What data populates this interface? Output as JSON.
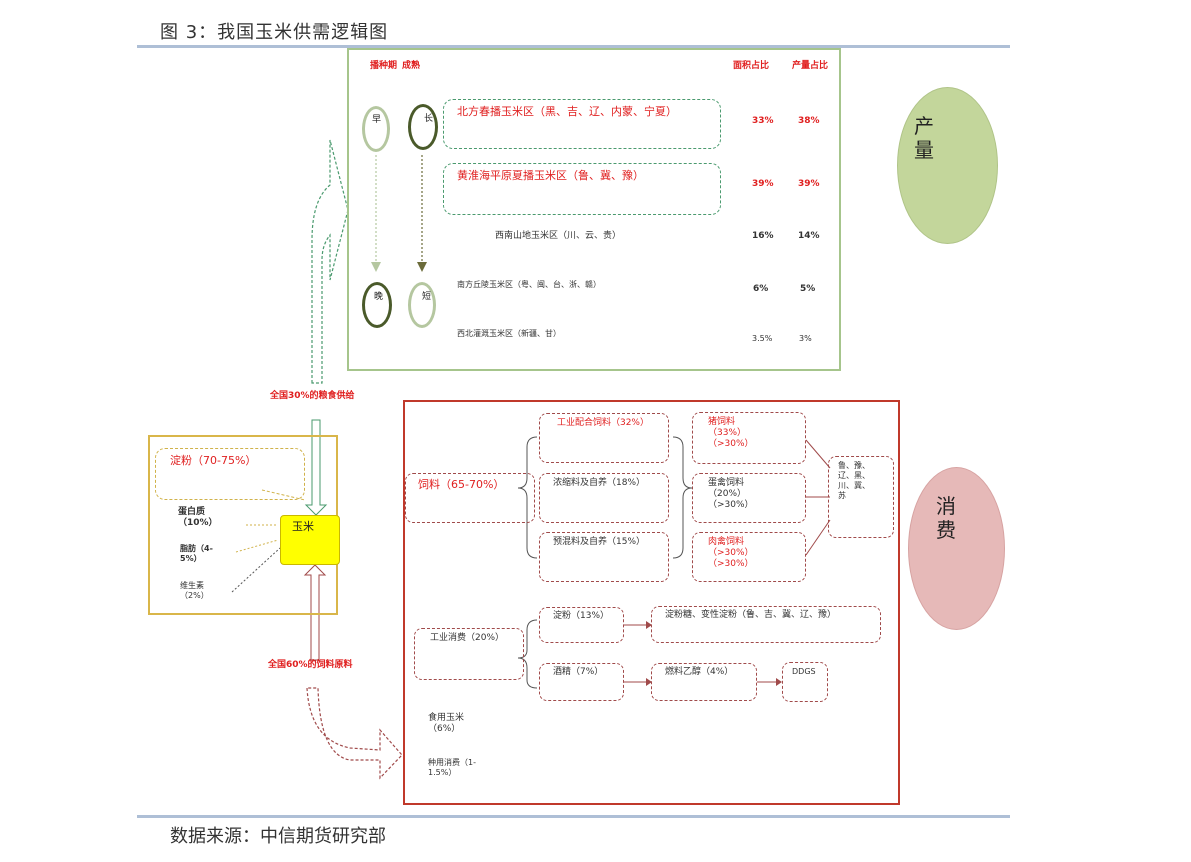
{
  "figure": {
    "title": "图 3：我国玉米供需逻辑图",
    "source": "数据来源：中信期货研究部"
  },
  "production": {
    "header_sowing": "播种期",
    "header_maturity": "成熟",
    "header_area_share": "面积占比",
    "header_output_share": "产量占比",
    "early": "早",
    "late": "晚",
    "long": "长",
    "short": "短",
    "regions": [
      {
        "name": "北方春播玉米区（黑、吉、辽、内蒙、宁夏）",
        "area": "33%",
        "output": "38%"
      },
      {
        "name": "黄淮海平原夏播玉米区（鲁、冀、豫）",
        "area": "39%",
        "output": "39%"
      },
      {
        "name": "西南山地玉米区（川、云、贵）",
        "area": "16%",
        "output": "14%"
      },
      {
        "name": "南方丘陵玉米区（粤、闽、台、浙、赣）",
        "area": "6%",
        "output": "5%"
      },
      {
        "name": "西北灌溉玉米区（新疆、甘）",
        "area": "3.5%",
        "output": "3%"
      }
    ],
    "oval_label": "产量"
  },
  "composition": {
    "starch": "淀粉（70-75%）",
    "protein": "蛋白质（10%）",
    "fat": "脂肪（4-5%）",
    "vitamin": "维生素（2%）",
    "corn": "玉米"
  },
  "flows": {
    "grain_supply": "全国30%的粮食供给",
    "feed_raw": "全国60%的饲料原料"
  },
  "consumption": {
    "oval_label": "消费",
    "feed": "饲料（65-70%）",
    "industrial_feed": "工业配合饲料（32%）",
    "concentrate": "浓缩料及自养（18%）",
    "premix": "预混料及自养（15%）",
    "pig_feed": "猪饲料（33%）（>30%）",
    "poultry_feed": "蛋禽饲料（20%）（>30%）",
    "meat_poultry": "肉禽饲料（>30%）（>30%）",
    "feed_provinces": "鲁、豫、辽、黑、川、冀、苏",
    "industrial": "工业消费（20%）",
    "ind_starch": "淀粉（13%）",
    "starch_products": "淀粉糖、变性淀粉（鲁、吉、冀、辽、豫）",
    "alcohol": "酒精（7%）",
    "fuel_ethanol": "燃料乙醇（4%）",
    "ddgs": "DDGS",
    "food_corn": "食用玉米（6%）",
    "seed": "种用消费（1-1.5%）"
  }
}
